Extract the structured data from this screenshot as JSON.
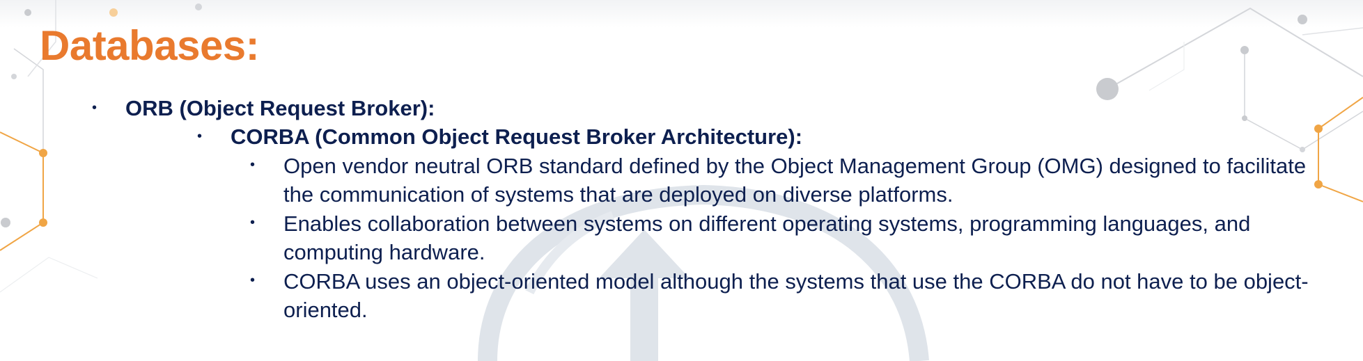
{
  "slide": {
    "title": "Databases:",
    "title_color": "#e97a2e",
    "text_color": "#0d1f4f",
    "bullet_glyph": "•",
    "items": [
      {
        "level": 1,
        "text": "ORB (Object Request Broker):"
      },
      {
        "level": 2,
        "text": "CORBA (Common Object Request Broker Architecture):"
      },
      {
        "level": 3,
        "text": "Open vendor neutral ORB standard defined by the Object Management Group (OMG) designed to facilitate the communication of systems that are deployed on diverse platforms."
      },
      {
        "level": 3,
        "text": "Enables collaboration between systems on different operating systems, programming languages, and computing hardware."
      },
      {
        "level": 3,
        "text": "CORBA uses an object-oriented model although the systems that use the CORBA do not have to be object-oriented."
      }
    ]
  },
  "decor": {
    "accent_orange": "#f0a545",
    "network_gray": "#c9cbcf",
    "watermark_color": "#dfe4ea",
    "watermark_icon": "circular-arrow-up-icon",
    "network_icon": "network-lines-icon"
  }
}
